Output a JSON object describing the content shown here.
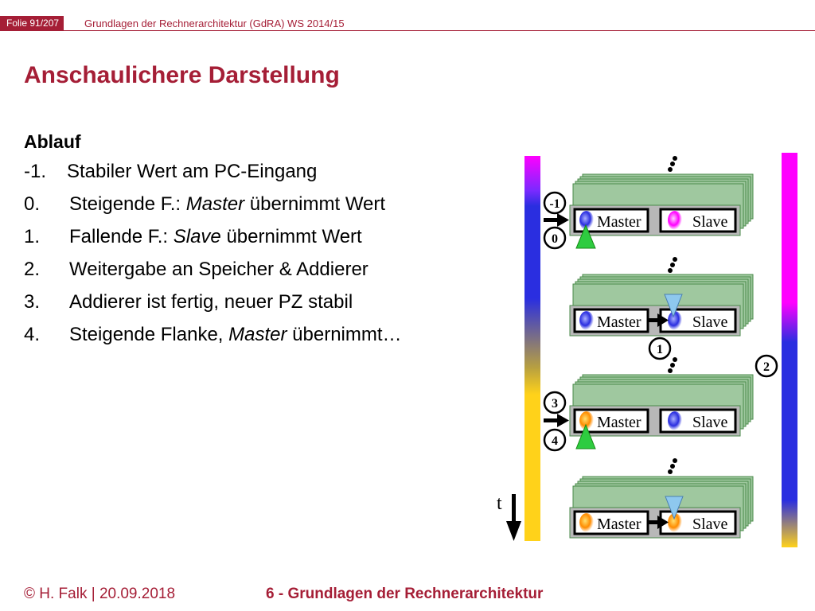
{
  "header": {
    "slide_badge": "Folie 91/207",
    "course": "Grundlagen der Rechnerarchitektur (GdRA) WS 2014/15"
  },
  "title": "Anschaulichere Darstellung",
  "subheading": "Ablauf",
  "steps": [
    {
      "num": "-1.",
      "pre": "Stabiler Wert am PC-Eingang",
      "em": "",
      "post": ""
    },
    {
      "num": "0.",
      "pre": "Steigende F.: ",
      "em": "Master",
      "post": " übernimmt Wert"
    },
    {
      "num": "1.",
      "pre": "Fallende F.: ",
      "em": "Slave",
      "post": " übernimmt Wert"
    },
    {
      "num": "2.",
      "pre": "Weitergabe an Speicher & Addierer",
      "em": "",
      "post": ""
    },
    {
      "num": "3.",
      "pre": "Addierer ist fertig, neuer PZ stabil",
      "em": "",
      "post": ""
    },
    {
      "num": "4.",
      "pre": "Steigende Flanke, ",
      "em": "Master",
      "post": " übernimmt…"
    }
  ],
  "diagram": {
    "master_label": "Master",
    "slave_label": "Slave",
    "time_label": "t",
    "markers": [
      "-1",
      "0",
      "1",
      "2",
      "3",
      "4"
    ],
    "colors": {
      "blue": "#2a2ee0",
      "magenta": "#ff00ff",
      "yellow": "#ffd21a",
      "orange": "#ff8c00",
      "green": "#2ecc40",
      "light_blue": "#8ec8ee",
      "register_fill": "#b8b8b8",
      "stack_edge": "#4a8a4a"
    }
  },
  "footer": {
    "author": "© H. Falk | 20.09.2018",
    "chapter": "6 - Grundlagen der Rechnerarchitektur"
  }
}
